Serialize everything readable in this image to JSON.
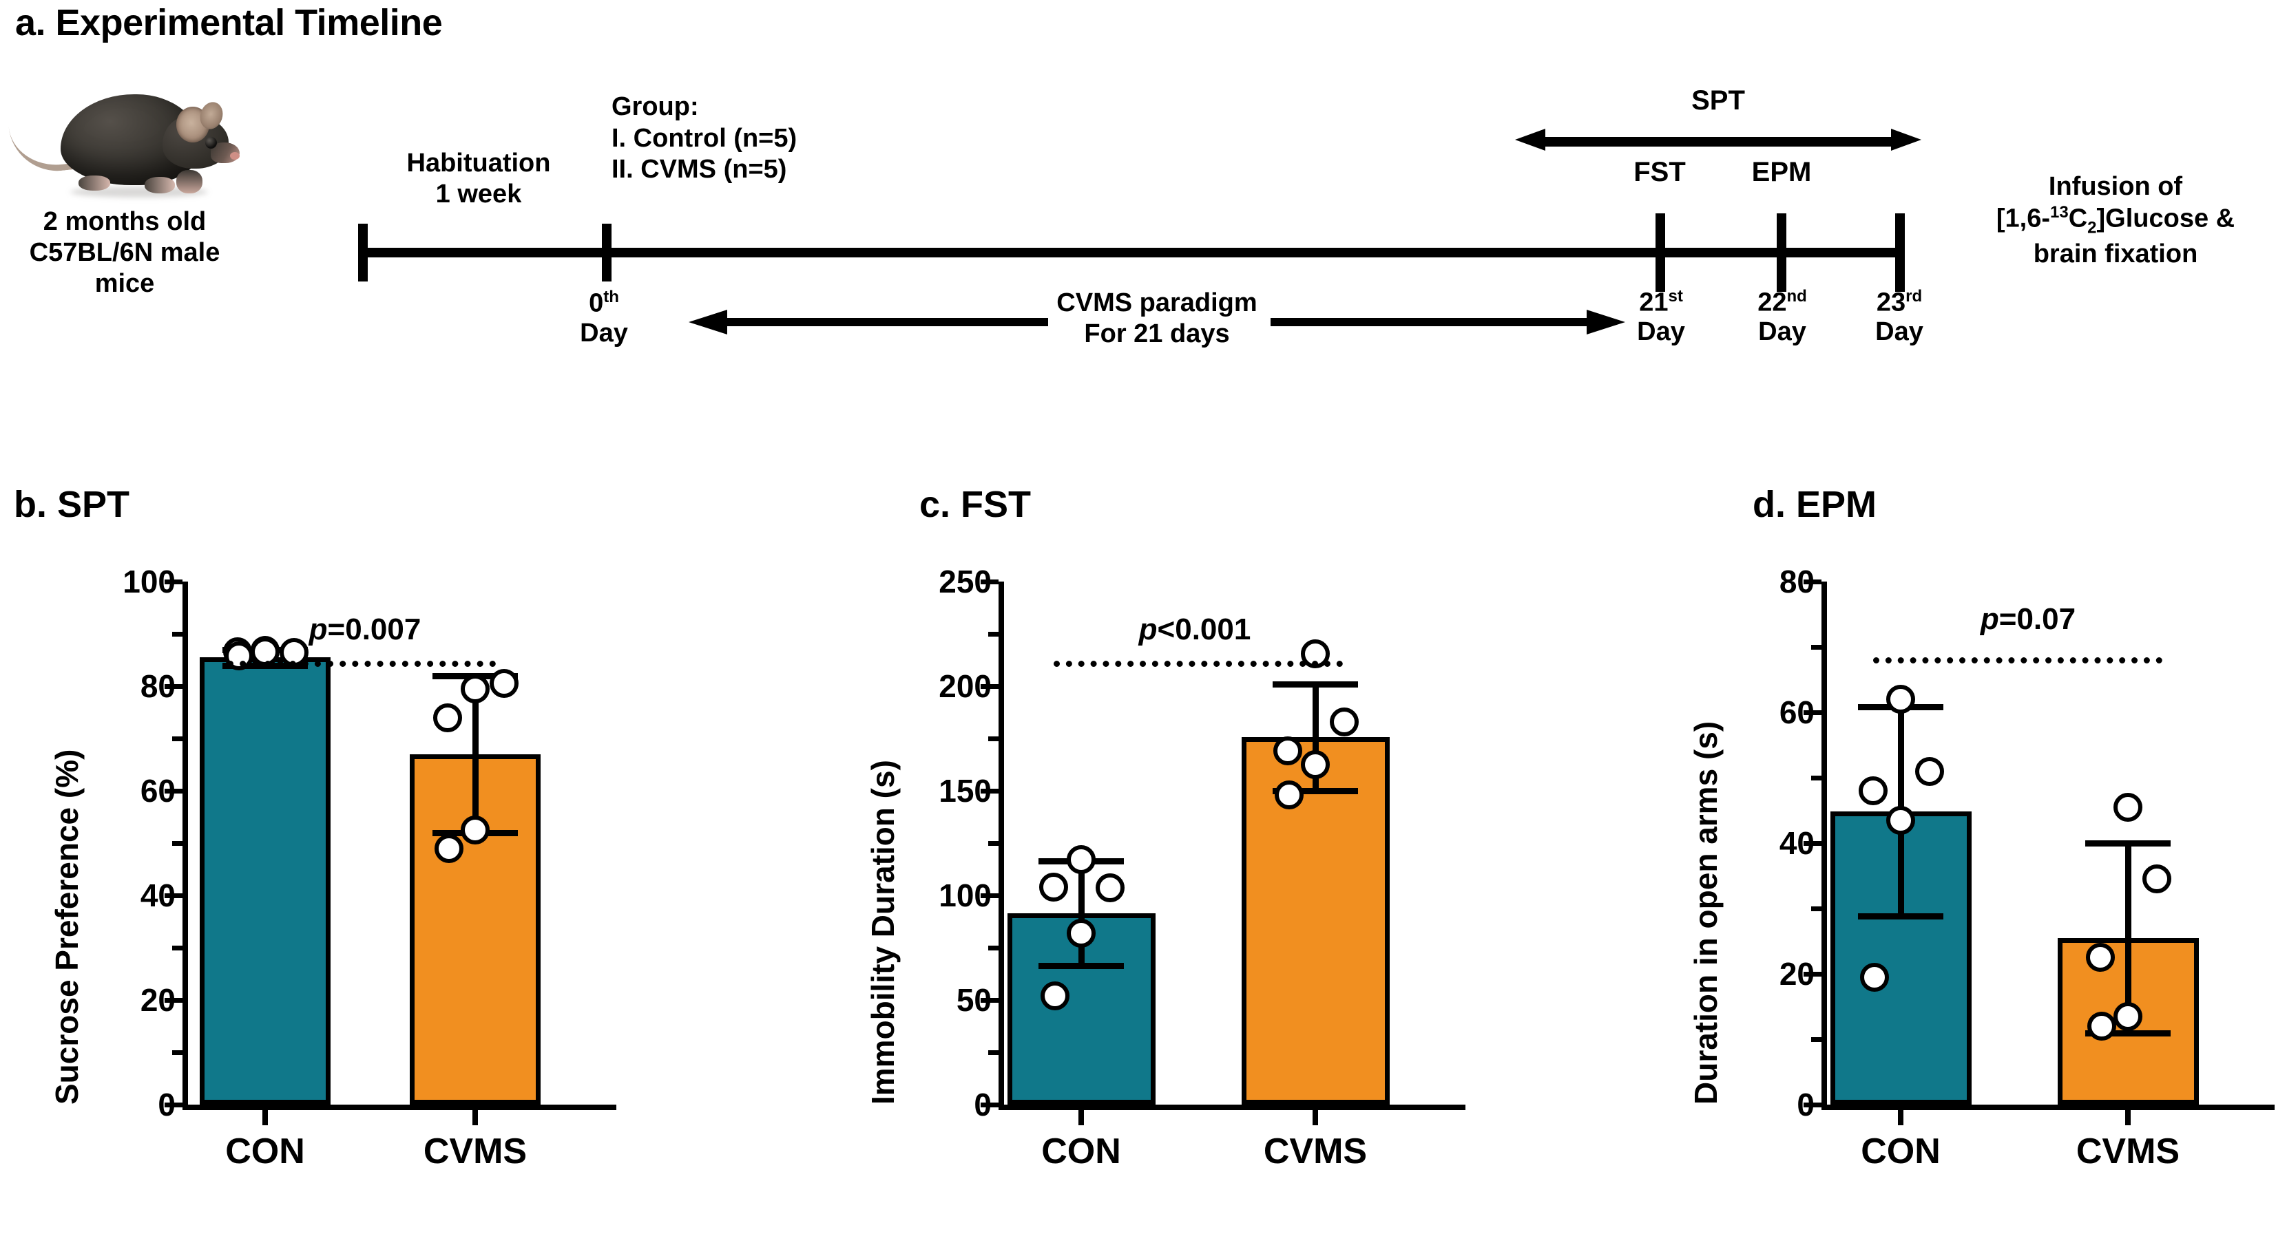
{
  "panel_a": {
    "title": "a. Experimental Timeline",
    "mouse_caption": "2 months old\nC57BL/6N male\nmice",
    "mouse_caption_lines": [
      "2 months old",
      "C57BL/6N male",
      "mice"
    ],
    "habituation": "Habituation\n1 week",
    "habituation_lines": [
      "Habituation",
      "1 week"
    ],
    "group_header": "Group:",
    "group_items": [
      "I. Control (n=5)",
      "II. CVMS (n=5)"
    ],
    "day0_label": "0th\nDay",
    "day0_num": "0",
    "day0_sup": "th",
    "day0_word": "Day",
    "cvms_label_lines": [
      "CVMS paradigm",
      "For 21 days"
    ],
    "spt_label": "SPT",
    "fst_label": "FST",
    "epm_label": "EPM",
    "days": [
      {
        "num": "21",
        "sup": "st",
        "word": "Day"
      },
      {
        "num": "22",
        "sup": "nd",
        "word": "Day"
      },
      {
        "num": "23",
        "sup": "rd",
        "word": "Day"
      }
    ],
    "infusion_lines": [
      "Infusion of",
      "[1,6-13C2]Glucose &",
      "brain fixation"
    ],
    "infusion_line1": "Infusion of",
    "infusion_line3": "brain fixation"
  },
  "colors": {
    "control_bar": "#10788a",
    "cvms_bar": "#F18F20",
    "outline": "#000000",
    "dot_fill": "#ffffff"
  },
  "chart_data": [
    {
      "id": "spt",
      "type": "bar",
      "title": "b. SPT",
      "panel_letter": "b.",
      "panel_name": "SPT",
      "ylabel": "Sucrose Preference (%)",
      "xlabel": "",
      "categories": [
        "CON",
        "CVMS"
      ],
      "values": [
        85.5,
        67.0
      ],
      "errors": [
        1.5,
        15.0
      ],
      "ylim": [
        0,
        100
      ],
      "yticks": [
        0,
        20,
        40,
        60,
        80,
        100
      ],
      "yticks_minor": [
        10,
        30,
        50,
        70,
        90
      ],
      "grid": false,
      "points": {
        "CON": [
          86.8,
          86.5,
          86.6,
          86.6,
          85.8
        ],
        "CVMS": [
          79.5,
          80.5,
          74.0,
          52.5,
          49.0
        ]
      },
      "annotation": "p=0.007",
      "annotation_p": "p",
      "annotation_rest": "=0.007"
    },
    {
      "id": "fst",
      "type": "bar",
      "title": "c. FST",
      "panel_letter": "c.",
      "panel_name": "FST",
      "ylabel": "Immobility Duration (s)",
      "xlabel": "",
      "categories": [
        "CON",
        "CVMS"
      ],
      "values": [
        91.5,
        175.5
      ],
      "errors": [
        25.0,
        25.5
      ],
      "ylim": [
        0,
        250
      ],
      "yticks": [
        0,
        50,
        100,
        150,
        200,
        250
      ],
      "yticks_minor": [
        25,
        75,
        125,
        175,
        225
      ],
      "grid": false,
      "points": {
        "CON": [
          117.0,
          103.5,
          104.0,
          82.0,
          52.0
        ],
        "CVMS": [
          215.5,
          183.0,
          169.0,
          162.5,
          148.0
        ]
      },
      "annotation": "p<0.001",
      "annotation_p": "p",
      "annotation_rest": "<0.001"
    },
    {
      "id": "epm",
      "type": "bar",
      "title": "d. EPM",
      "panel_letter": "d.",
      "panel_name": "EPM",
      "ylabel": "Duration in open arms (s)",
      "xlabel": "",
      "categories": [
        "CON",
        "CVMS"
      ],
      "values": [
        44.8,
        25.5
      ],
      "errors": [
        16.0,
        14.5
      ],
      "ylim": [
        0,
        80
      ],
      "yticks": [
        0,
        20,
        40,
        60,
        80
      ],
      "yticks_minor": [
        10,
        30,
        50,
        70
      ],
      "grid": false,
      "points": {
        "CON": [
          62.0,
          51.0,
          48.0,
          43.5,
          19.5
        ],
        "CVMS": [
          45.5,
          34.5,
          22.5,
          13.5,
          12.0
        ]
      },
      "annotation": "p=0.07",
      "annotation_p": "p",
      "annotation_rest": "=0.07"
    }
  ]
}
